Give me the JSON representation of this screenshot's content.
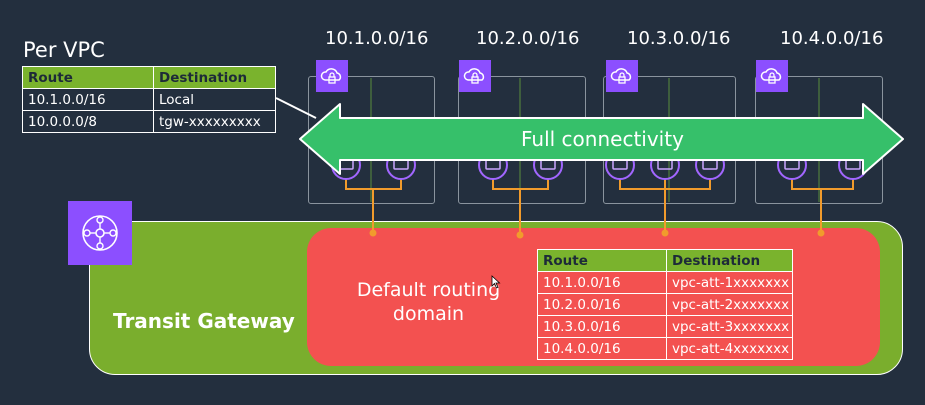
{
  "per_vpc": {
    "title": "Per VPC",
    "headers": [
      "Route",
      "Destination"
    ],
    "rows": [
      [
        "10.1.0.0/16",
        "Local"
      ],
      [
        "10.0.0.0/8",
        "tgw-xxxxxxxxx"
      ]
    ]
  },
  "vpcs": [
    {
      "cidr": "10.1.0.0/16",
      "icon": "vpc-cloud-lock-icon"
    },
    {
      "cidr": "10.2.0.0/16",
      "icon": "vpc-cloud-lock-icon"
    },
    {
      "cidr": "10.3.0.0/16",
      "icon": "vpc-cloud-lock-icon"
    },
    {
      "cidr": "10.4.0.0/16",
      "icon": "vpc-cloud-lock-icon"
    }
  ],
  "connectivity_label": "Full connectivity",
  "transit_gateway": {
    "label": "Transit Gateway",
    "icon": "transit-gateway-icon",
    "routing_domain_label": "Default routing domain",
    "table": {
      "headers": [
        "Route",
        "Destination"
      ],
      "rows": [
        [
          "10.1.0.0/16",
          "vpc-att-1xxxxxxx"
        ],
        [
          "10.2.0.0/16",
          "vpc-att-2xxxxxxx"
        ],
        [
          "10.3.0.0/16",
          "vpc-att-3xxxxxxx"
        ],
        [
          "10.4.0.0/16",
          "vpc-att-4xxxxxxx"
        ]
      ]
    }
  },
  "colors": {
    "background": "#232f3e",
    "green": "#7aae2d",
    "red": "#f35150",
    "purple": "#8c4fff",
    "orange": "#f19b2c",
    "arrow_green": "#36c06a"
  }
}
